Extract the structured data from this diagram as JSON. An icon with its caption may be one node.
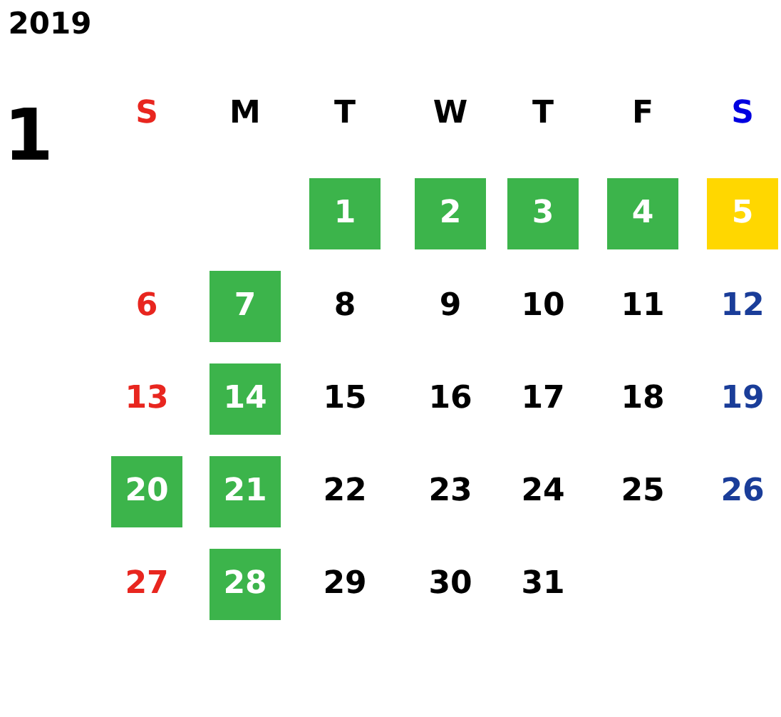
{
  "diagram": {
    "title": "2019",
    "nodes": [
      {
        "text": [
          "1"
        ]
      },
      {
        "text": [
          "2"
        ]
      },
      {
        "text": [
          "3"
        ]
      },
      {
        "text": [
          "4"
        ]
      },
      {
        "text": [
          "5"
        ]
      },
      {
        "text": [
          "7"
        ]
      },
      {
        "text": [
          "14"
        ]
      },
      {
        "text": [
          "20"
        ]
      },
      {
        "text": [
          "21"
        ]
      },
      {
        "text": [
          "28"
        ]
      }
    ],
    "labels": [
      "1",
      "S",
      "M",
      "T",
      "W",
      "T",
      "F",
      "S",
      "6",
      "8",
      "9",
      "10",
      "11",
      "12",
      "13",
      "15",
      "16",
      "17",
      "18",
      "19",
      "22",
      "23",
      "24",
      "25",
      "26",
      "27",
      "29",
      "30",
      "31"
    ]
  }
}
